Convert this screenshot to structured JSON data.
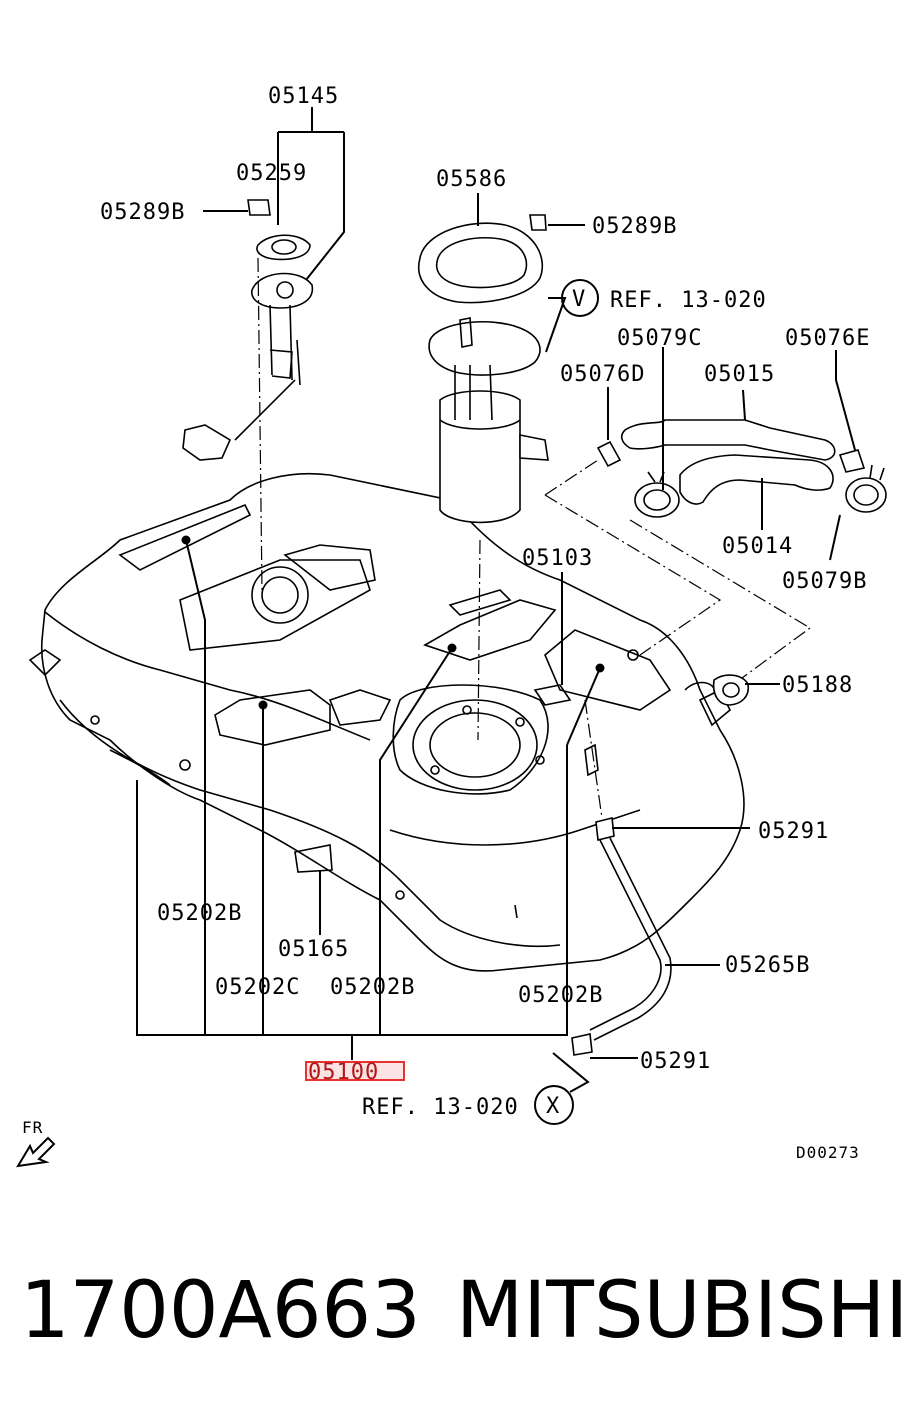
{
  "labels": {
    "l05145": "05145",
    "l05259": "05259",
    "l05289b_left": "05289B",
    "l05586": "05586",
    "l05289b_right": "05289B",
    "ref_v_letter": "V",
    "ref_v_text": "REF. 13-020",
    "l05079c": "05079C",
    "l05076e": "05076E",
    "l05076d": "05076D",
    "l05015": "05015",
    "l05014": "05014",
    "l05079b": "05079B",
    "l05103": "05103",
    "l05188": "05188",
    "l05291_upper": "05291",
    "l05202b_left": "05202B",
    "l05165": "05165",
    "l05202c": "05202C",
    "l05202b_mid": "05202B",
    "l05202b_right": "05202B",
    "l05265b": "05265B",
    "l05100": "05100",
    "l05291_lower": "05291",
    "ref_x_text": "REF. 13-020",
    "ref_x_letter": "X",
    "fr": "FR",
    "diagram_code": "D00273"
  },
  "caption": {
    "part_number": "1700A663",
    "brand": "MITSUBISHI"
  },
  "colors": {
    "highlight": "#e8322f",
    "highlight_fill": "#fde3e3",
    "line": "#000000"
  }
}
